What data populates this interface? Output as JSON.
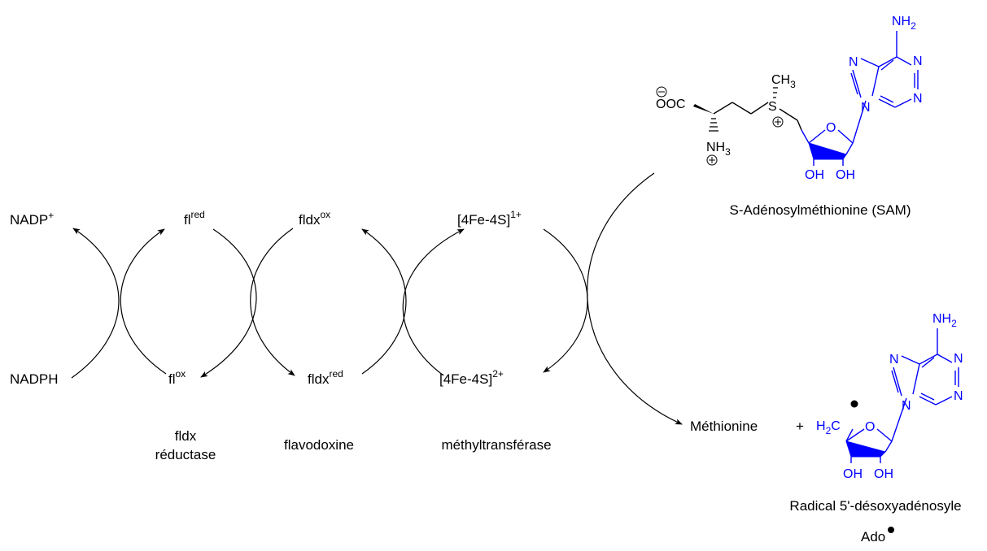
{
  "species": {
    "nadp_plus": "NADP",
    "nadp_plus_charge": "+",
    "nadph": "NADPH",
    "fl": "fl",
    "red": "red",
    "ox": "ox",
    "fldx": "fldx",
    "fes": "[4Fe-4S]",
    "fes_1": "1+",
    "fes_2": "2+"
  },
  "enzymes": {
    "reductase_line1": "fldx",
    "reductase_line2": "réductase",
    "flavodoxine": "flavodoxine",
    "methyltransferase": "méthyltransférase"
  },
  "molecules": {
    "sam_caption": "S-Adénosylméthionine (SAM)",
    "methionine": "Méthionine",
    "plus": "+",
    "radical_caption": "Radical 5'-désoxyadénosyle",
    "ado": "Ado"
  },
  "atoms": {
    "N": "N",
    "NH": "NH",
    "sub2": "2",
    "sub3": "3",
    "OH": "OH",
    "O": "O",
    "S": "S",
    "CH": "CH",
    "OOC": "OOC",
    "H": "H",
    "C": "C",
    "plus": "+",
    "minus": "−"
  },
  "colors": {
    "adenosine": "#0000ff",
    "text": "#000000"
  }
}
